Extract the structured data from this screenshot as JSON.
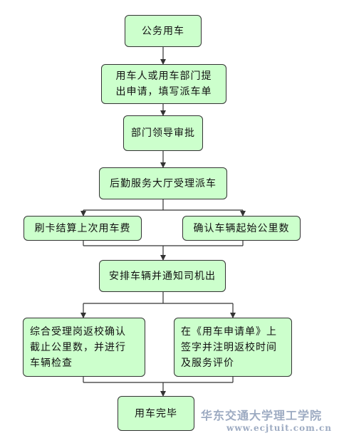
{
  "colors": {
    "node_fill": "#ccffcc",
    "node_border": "#333333",
    "line": "#333333"
  },
  "nodes": {
    "start": "公务用车",
    "apply": [
      "用车人或用车部门提",
      "出申请，填写派车单"
    ],
    "approve": "部门领导审批",
    "dispatch": "后勤服务大厅受理派车",
    "card": "刷卡结算上次用车费",
    "confirm": "确认车辆起始公里数",
    "arrange": "安排车辆并通知司机出",
    "return_check": [
      "综合受理岗返校确认",
      "截止公里数，并进行",
      "车辆检查"
    ],
    "sign": [
      "在《用车申请单》上",
      "签字并注明返校时间",
      "及服务评价"
    ],
    "end": "用车完毕"
  },
  "watermark": {
    "school": "华东交通大学理工学院",
    "site": "www.ecjtuit.com.cn"
  }
}
